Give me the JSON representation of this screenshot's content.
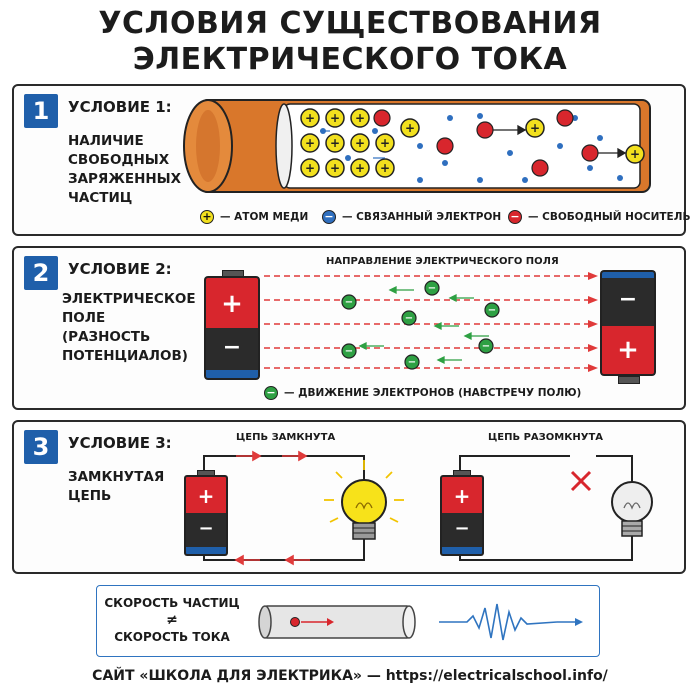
{
  "title": {
    "line1": "УСЛОВИЯ СУЩЕСТВОВАНИЯ",
    "line2": "ЭЛЕКТРИЧЕСКОГО ТОКА"
  },
  "panel1": {
    "number": "1",
    "heading": "УСЛОВИЕ 1:",
    "description": "НАЛИЧИЕ\nСВОБОДНЫХ\nЗАРЯЖЕННЫХ\nЧАСТИЦ",
    "legend": [
      {
        "symbol": "+",
        "label": "— АТОМ МЕДИ",
        "color": "#f2e01e"
      },
      {
        "symbol": "−",
        "label": "— СВЯЗАННЫЙ ЭЛЕКТРОН",
        "color": "#2f6fbf"
      },
      {
        "symbol": "−",
        "label": "— СВОБОДНЫЙ НОСИТЕЛЬ",
        "color": "#d8262d"
      }
    ]
  },
  "panel2": {
    "number": "2",
    "heading": "УСЛОВИЕ 2:",
    "description": "ЭЛЕКТРИЧЕСКОЕ\nПОЛЕ\n(РАЗНОСТЬ\nПОТЕНЦИАЛОВ)",
    "field_label": "НАПРАВЛЕНИЕ ЭЛЕКТРИЧЕСКОГО ПОЛЯ",
    "legend": {
      "symbol": "−",
      "label": "— ДВИЖЕНИЕ ЭЛЕКТРОНОВ (НАВСТРЕЧУ ПОЛЮ)",
      "color": "#2ea043"
    },
    "plus": "+",
    "minus": "−"
  },
  "panel3": {
    "number": "3",
    "heading": "УСЛОВИЕ 3:",
    "description": "ЗАМКНУТАЯ\nЦЕПЬ",
    "closed_label": "ЦЕПЬ ЗАМКНУТА",
    "open_label": "ЦЕПЬ РАЗОМКНУТА",
    "plus": "+",
    "minus": "−"
  },
  "speed": {
    "line1": "СКОРОСТЬ ЧАСТИЦ",
    "neq": "≠",
    "line2": "СКОРОСТЬ ТОКА"
  },
  "footer": "САЙТ «ШКОЛА ДЛЯ ЭЛЕКТРИКА» — https://electricalschool.info/",
  "colors": {
    "accent_blue": "#1f5faa",
    "battery_red": "#d8262d",
    "battery_dark": "#2b2b2b",
    "copper": "#d9772b",
    "bulb_yellow": "#f7e21a",
    "arrow_red": "#e03a3a",
    "electron_green": "#2ea043"
  }
}
